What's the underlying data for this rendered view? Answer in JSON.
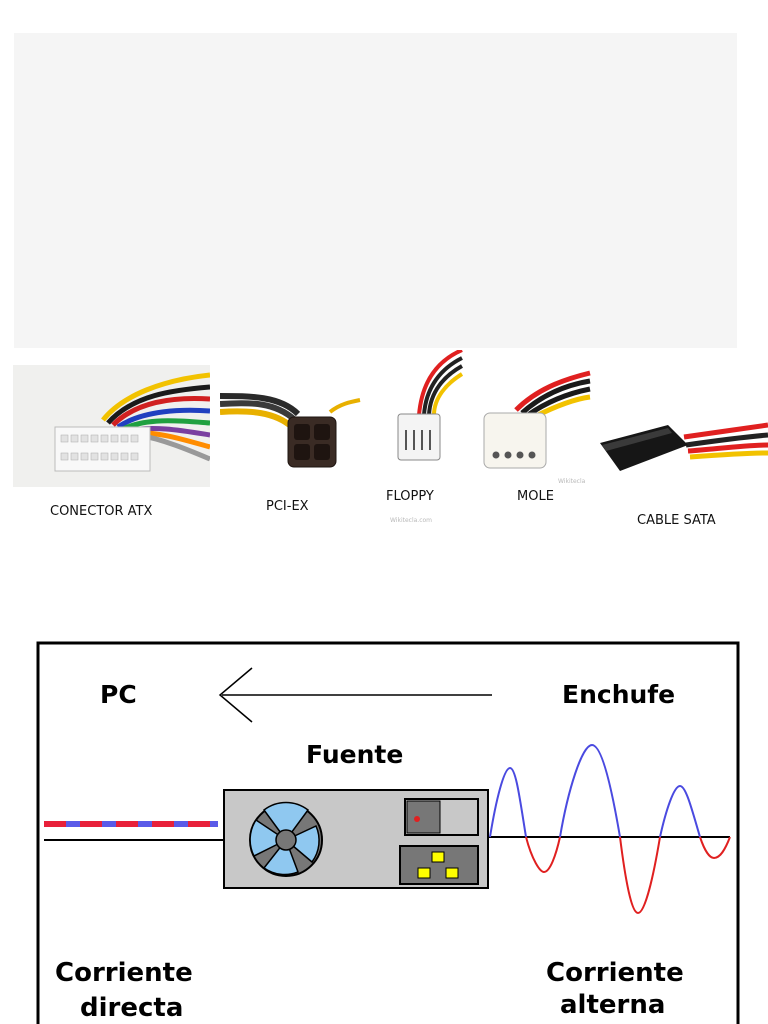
{
  "connectors": {
    "atx": "CONECTOR ATX",
    "pci": "PCI-EX",
    "floppy": "FLOPPY",
    "mole": "MOLE",
    "sata": "CABLE SATA",
    "watermark_left": "Wikitecla.com",
    "watermark_right": "Wikitecla"
  },
  "diagram": {
    "pc": "PC",
    "enchufe": "Enchufe",
    "fuente": "Fuente",
    "dc_line1": "Corriente",
    "dc_line2": "directa",
    "ac_line1": "Corriente",
    "ac_line2": "alterna"
  },
  "colors": {
    "wave_positive": "#4a4ae0",
    "wave_negative": "#e02020",
    "dc_red": "#e8203a",
    "dc_blue": "#5a5ae8",
    "psu_body": "#c8c8c8",
    "fan_blade": "#8fc8f0",
    "switch_dot": "#e02020",
    "socket_pin": "#ffff00"
  }
}
